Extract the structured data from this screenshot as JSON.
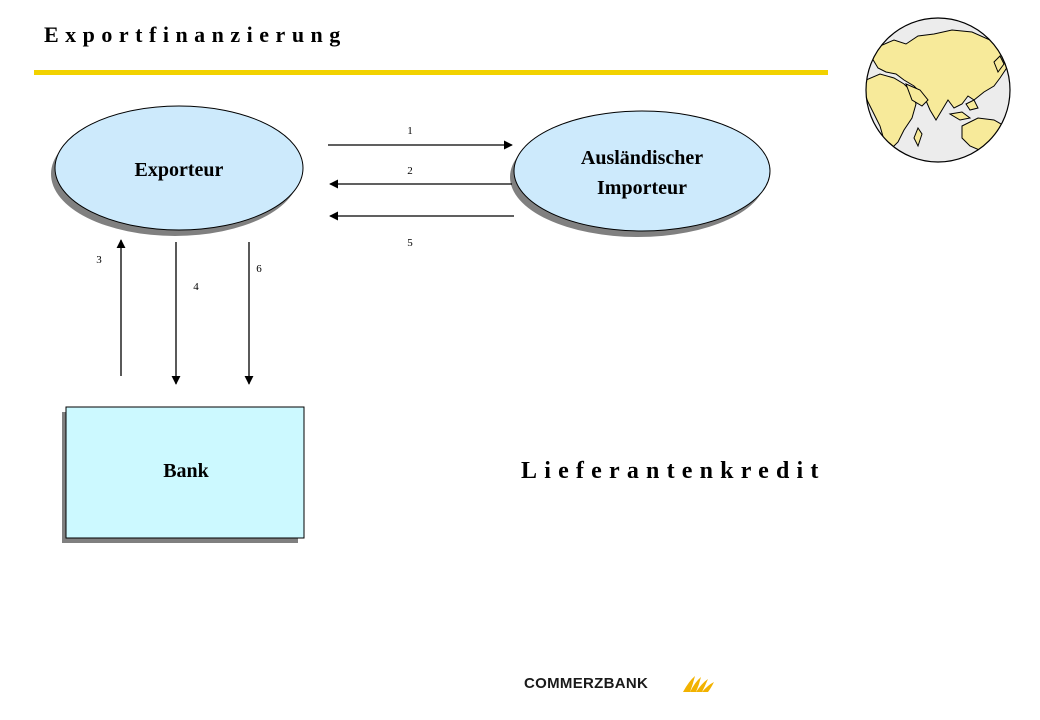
{
  "header": {
    "title": "Exportfinanzierung"
  },
  "nodes": {
    "exporteur": {
      "label": "Exporteur"
    },
    "importeur": {
      "line1": "Ausländischer",
      "line2": "Importeur"
    },
    "bank": {
      "label": "Bank"
    }
  },
  "flows": [
    {
      "id": "1",
      "from": "exporteur",
      "to": "importeur"
    },
    {
      "id": "2",
      "from": "importeur",
      "to": "exporteur"
    },
    {
      "id": "5",
      "from": "importeur",
      "to": "exporteur"
    },
    {
      "id": "3",
      "from": "bank",
      "to": "exporteur"
    },
    {
      "id": "4",
      "from": "exporteur",
      "to": "bank"
    },
    {
      "id": "6",
      "from": "exporteur",
      "to": "bank"
    }
  ],
  "subtitle": "Lieferantenkredit",
  "footer": {
    "brand": "COMMERZBANK"
  },
  "colors": {
    "accent_rule": "#f2d200",
    "node_fill": "#cdeafc",
    "bank_fill": "#ccf9ff",
    "node_shadow": "#808080",
    "globe_ocean": "#ececec",
    "globe_land": "#f7ea9a",
    "brand_mark": "#f2b200"
  },
  "icons": {
    "globe": "globe-icon",
    "brand_mark": "commerzbank-band-icon"
  }
}
